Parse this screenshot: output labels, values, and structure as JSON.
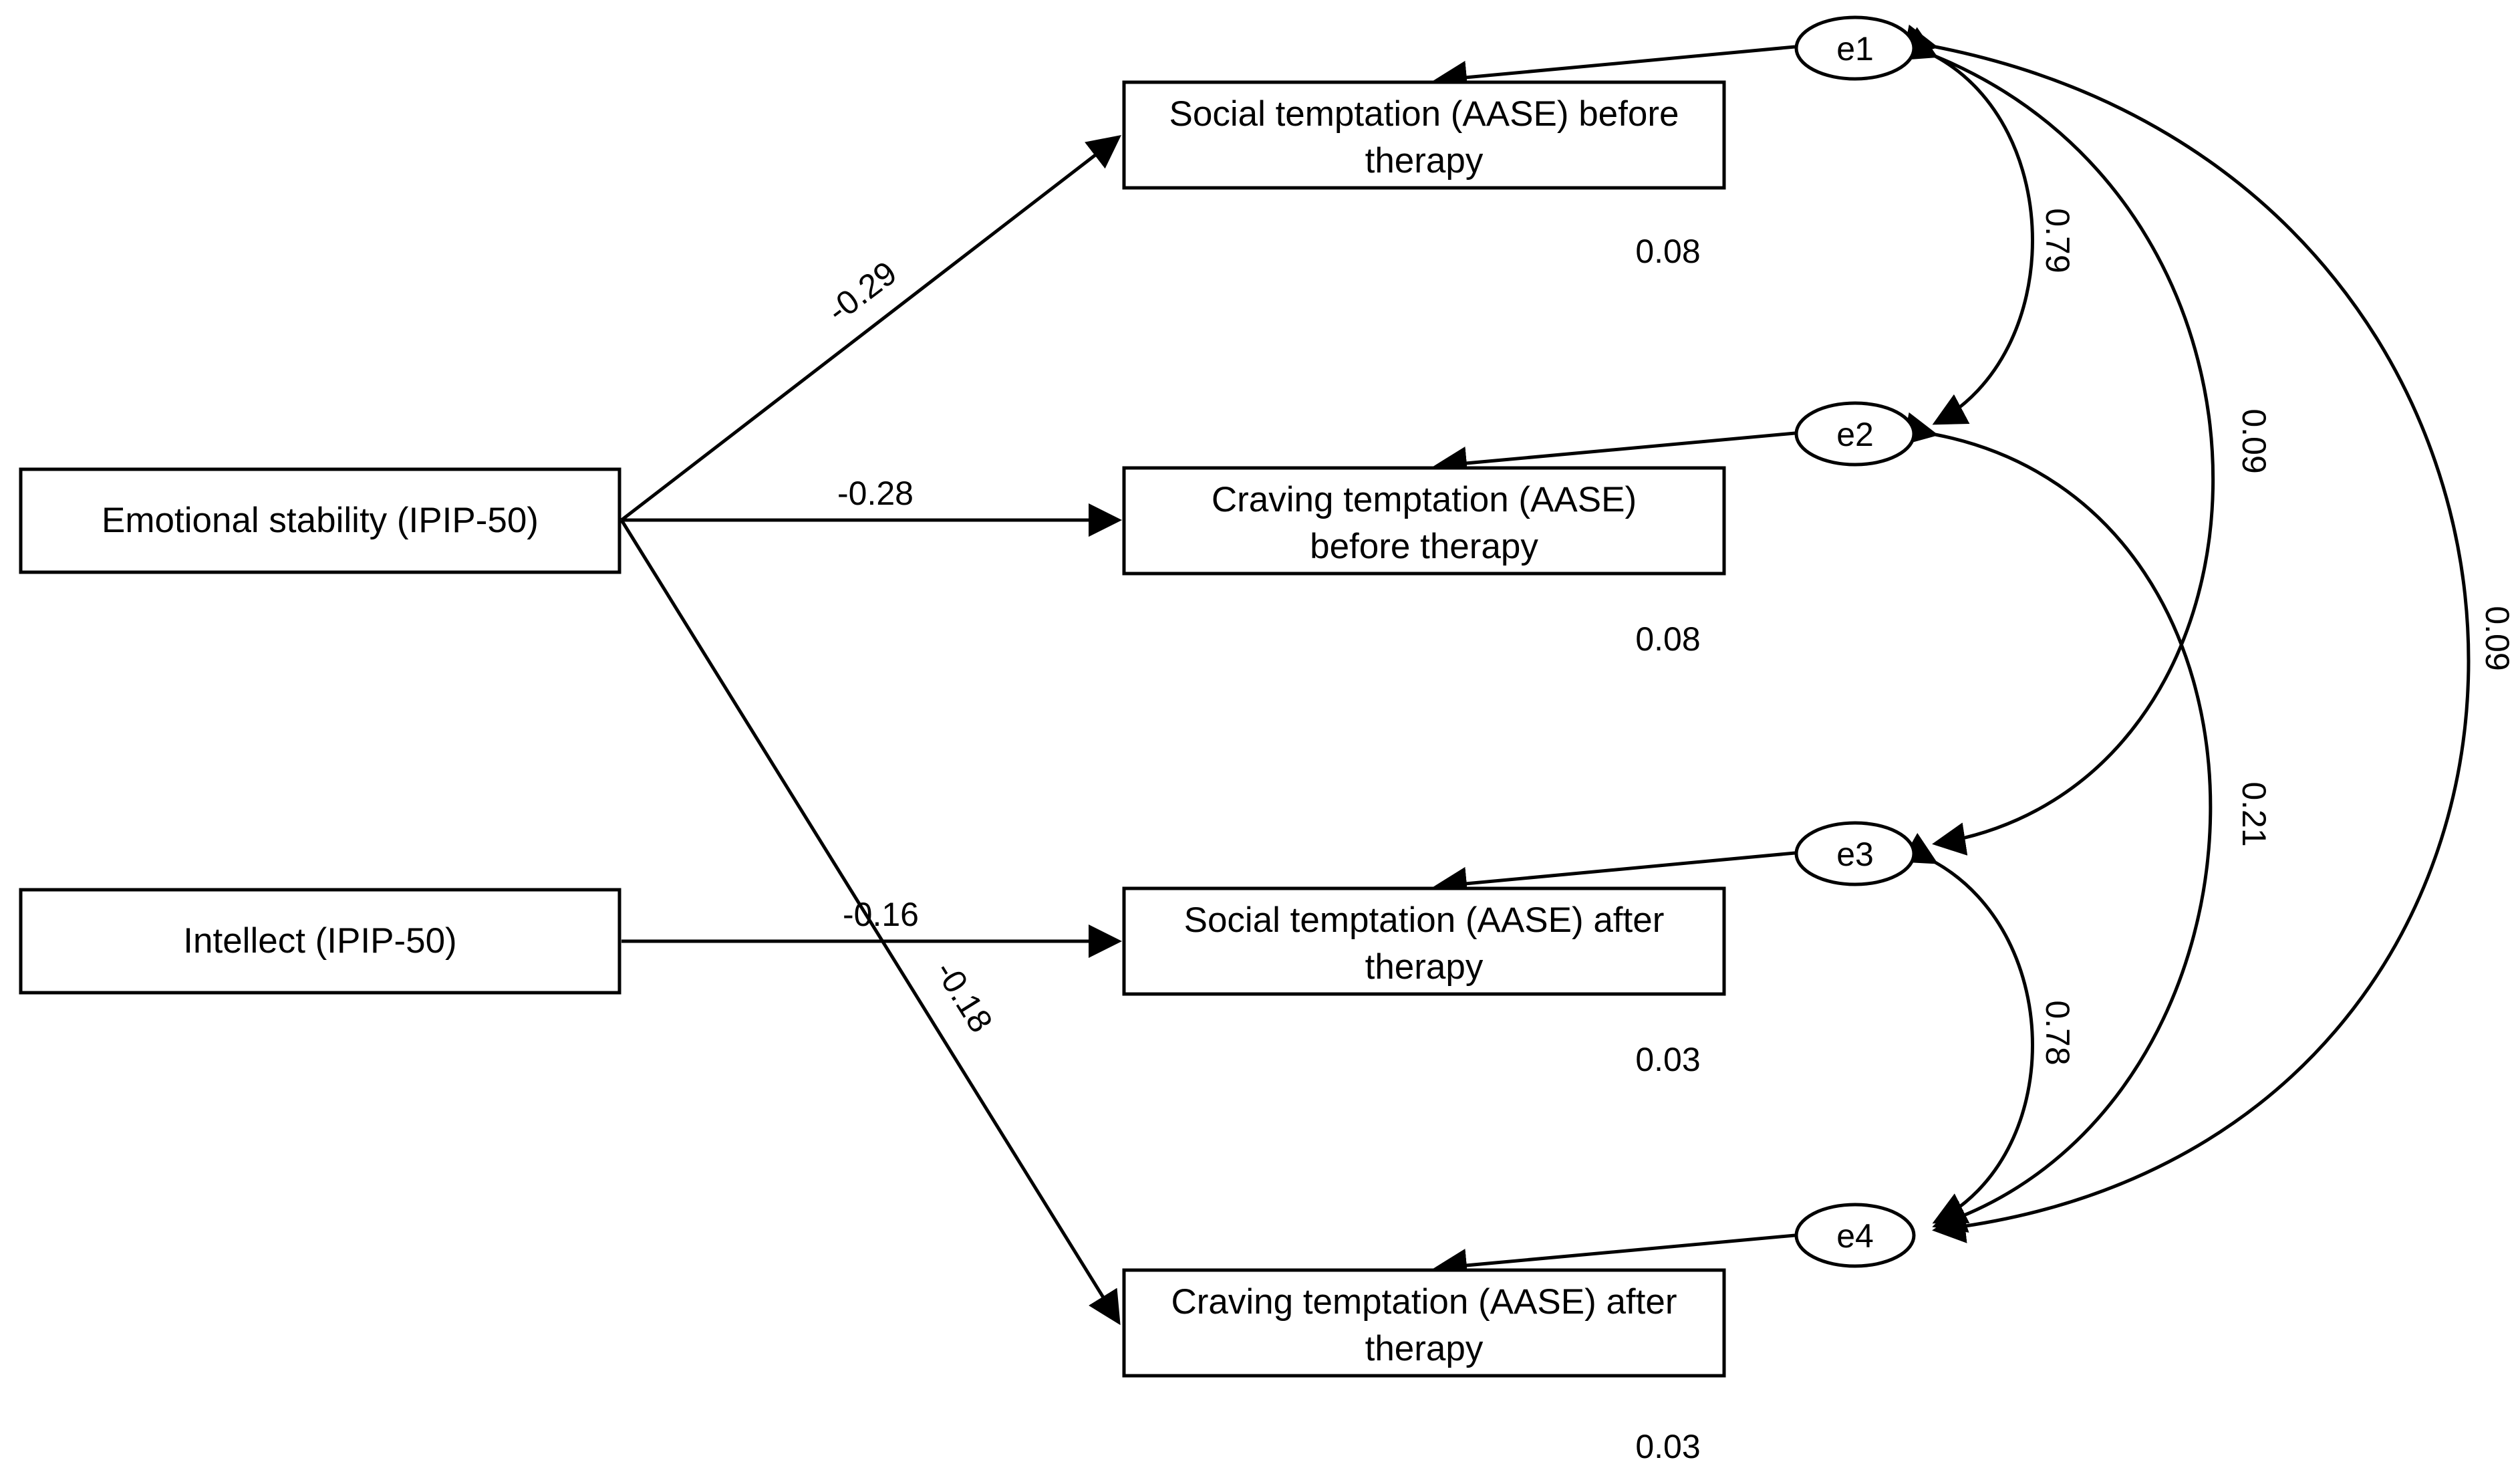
{
  "diagram": {
    "predictors": {
      "emotional_stability": "Emotional stability (IPIP-50)",
      "intellect": "Intellect (IPIP-50)"
    },
    "outcomes": {
      "social_before": [
        "Social temptation (AASE) before",
        "therapy"
      ],
      "craving_before": [
        "Craving temptation (AASE)",
        "before therapy"
      ],
      "social_after": [
        "Social temptation (AASE) after",
        "therapy"
      ],
      "craving_after": [
        "Craving temptation (AASE) after",
        "therapy"
      ]
    },
    "errors": {
      "e1": "e1",
      "e2": "e2",
      "e3": "e3",
      "e4": "e4"
    },
    "r_squared": {
      "social_before": "0.08",
      "craving_before": "0.08",
      "social_after": "0.03",
      "craving_after": "0.03"
    },
    "paths": {
      "es_to_social_before": "-0.29",
      "es_to_craving_before": "-0.28",
      "intellect_to_social_after": "-0.16",
      "es_to_craving_after": "-0.18"
    },
    "covariances": {
      "e1_e2": "0.79",
      "e1_e3": "0.09",
      "e1_e4": "0.09",
      "e2_e4": "0.21",
      "e3_e4": "0.78"
    },
    "colors": {
      "stroke": "#000000",
      "background": "#ffffff"
    }
  }
}
